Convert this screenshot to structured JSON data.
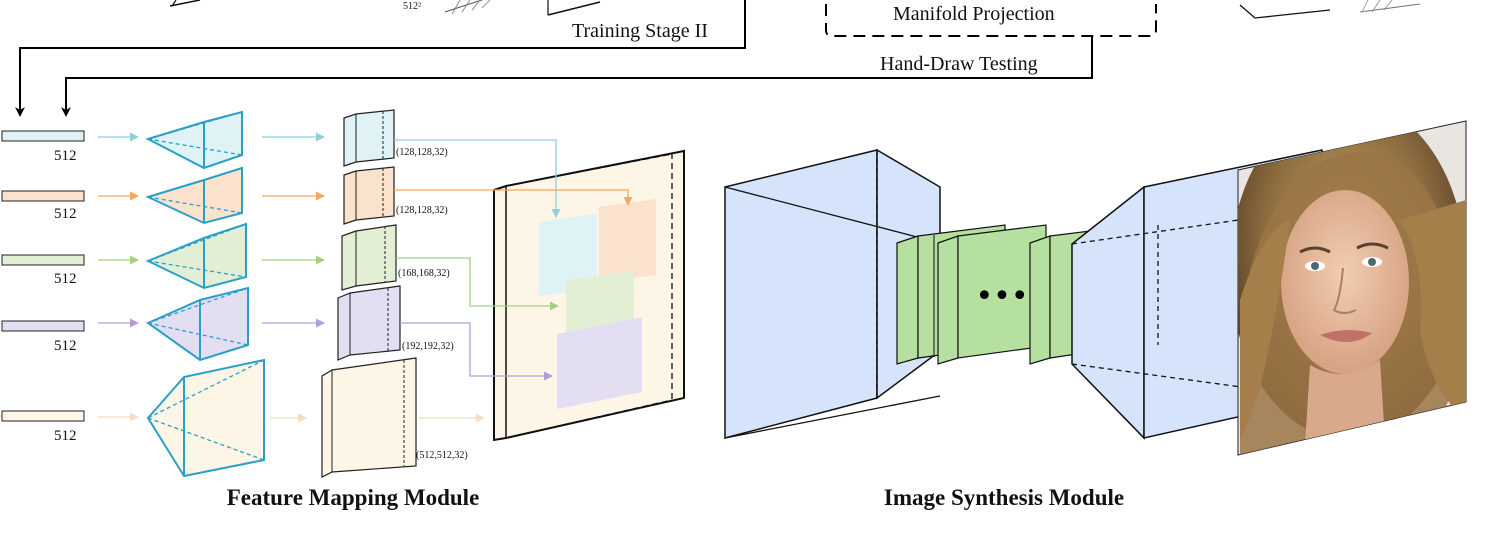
{
  "top": {
    "training_stage": "Training  Stage II",
    "manifold_projection": "Manifold Projection",
    "hand_draw_testing": "Hand-Draw Testing",
    "partial_label": "512²"
  },
  "feature_mapping": {
    "title": "Feature Mapping Module",
    "rows": [
      {
        "vector_dim": "512",
        "map_size": "(128,128,32)",
        "color": "#dff2f6"
      },
      {
        "vector_dim": "512",
        "map_size": "(128,128,32)",
        "color": "#fbe2cd"
      },
      {
        "vector_dim": "512",
        "map_size": "(168,168,32)",
        "color": "#e2efd5"
      },
      {
        "vector_dim": "512",
        "map_size": "(192,192,32)",
        "color": "#e4def2"
      },
      {
        "vector_dim": "512",
        "map_size": "(512,512,32)",
        "color": "#fdf5e6"
      }
    ],
    "arrow_colors": [
      "#8fcfdc",
      "#f5a860",
      "#a7d07c",
      "#b39ddb",
      "#f8dcc0"
    ],
    "prism_stroke": "#2aa0c8"
  },
  "image_synthesis": {
    "title": "Image Synthesis Module",
    "ellipsis": "•••",
    "encoder_color": "#d6e4fb",
    "block_color": "#b5e0a0"
  }
}
